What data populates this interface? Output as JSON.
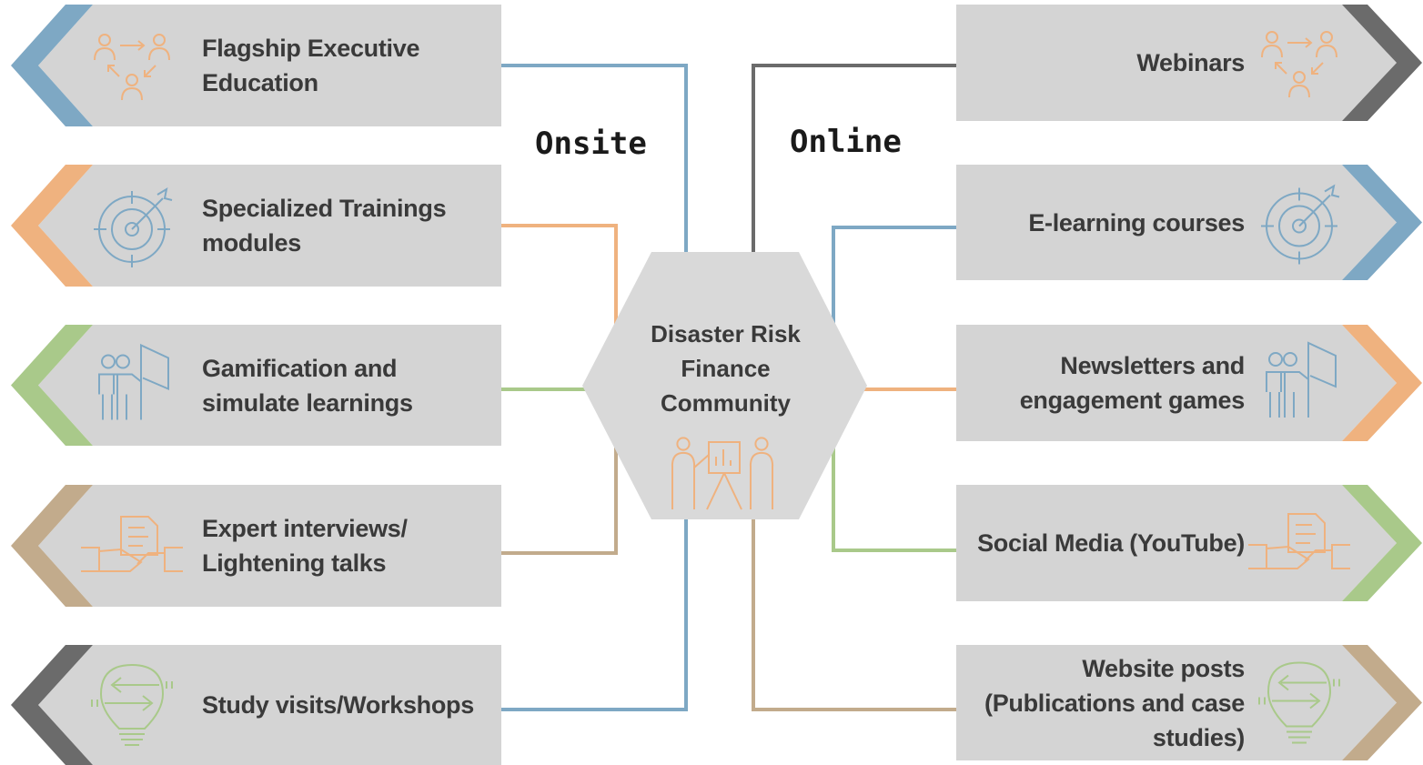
{
  "titles": {
    "onsite": "Onsite",
    "online": "Online"
  },
  "hub": {
    "lines": [
      "Disaster Risk",
      "Finance",
      "Community"
    ],
    "icon": "presentation-icon"
  },
  "colors": {
    "card_fill": "#d4d4d4",
    "hub_fill": "#d9d9d9",
    "blue": "#7ea8c4",
    "orange": "#efb27f",
    "green": "#a9c98a",
    "tan": "#c2ab8c",
    "gray": "#6b6b6b"
  },
  "onsite_items": [
    {
      "lines": [
        "Flagship Executive",
        "Education"
      ],
      "icon": "people-network-icon",
      "icon_color": "#efb27f",
      "accent": "#7ea8c4"
    },
    {
      "lines": [
        "Specialized Trainings",
        "modules"
      ],
      "icon": "target-icon",
      "icon_color": "#7ea8c4",
      "accent": "#efb27f"
    },
    {
      "lines": [
        "Gamification and",
        "simulate learnings"
      ],
      "icon": "team-flag-icon",
      "icon_color": "#7ea8c4",
      "accent": "#a9c98a"
    },
    {
      "lines": [
        "Expert interviews/",
        "Lightening talks"
      ],
      "icon": "handshake-document-icon",
      "icon_color": "#efb27f",
      "accent": "#c2ab8c"
    },
    {
      "lines": [
        "Study visits/Workshops"
      ],
      "icon": "lightbulb-arrows-icon",
      "icon_color": "#a9c98a",
      "accent": "#6b6b6b"
    }
  ],
  "online_items": [
    {
      "lines": [
        "Webinars"
      ],
      "icon": "people-network-icon",
      "icon_color": "#efb27f",
      "accent": "#6b6b6b"
    },
    {
      "lines": [
        "E-learning courses"
      ],
      "icon": "target-icon",
      "icon_color": "#7ea8c4",
      "accent": "#7ea8c4"
    },
    {
      "lines": [
        "Newsletters and",
        "engagement games"
      ],
      "icon": "team-flag-icon",
      "icon_color": "#7ea8c4",
      "accent": "#efb27f"
    },
    {
      "lines": [
        "Social Media (YouTube)"
      ],
      "icon": "handshake-document-icon",
      "icon_color": "#efb27f",
      "accent": "#a9c98a"
    },
    {
      "lines": [
        "Website posts",
        "(Publications and case",
        "studies)"
      ],
      "icon": "lightbulb-arrows-icon",
      "icon_color": "#a9c98a",
      "accent": "#c2ab8c"
    }
  ]
}
